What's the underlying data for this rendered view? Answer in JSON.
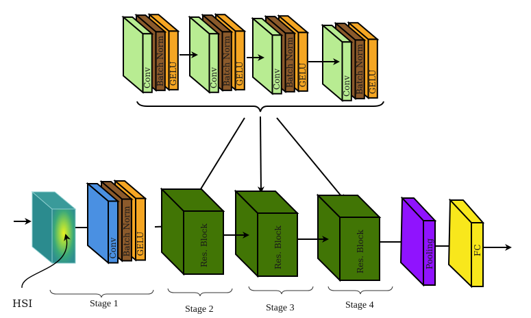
{
  "diagram": {
    "input_label": "HSI",
    "colors": {
      "conv_light": "#b8ec92",
      "conv_blue": "#4a90e2",
      "batch_norm": "#8b5a2b",
      "gelu": "#f5a623",
      "res_block": "#417505",
      "pooling": "#9013fe",
      "fc": "#f8e71c",
      "hsi": "#2f8f8f"
    },
    "detail_blocks": [
      {
        "layers": [
          "Conv",
          "Batch Norm",
          "GELU"
        ]
      },
      {
        "layers": [
          "Conv",
          "Batch Norm",
          "GELU"
        ]
      },
      {
        "layers": [
          "Conv",
          "Batch Norm",
          "GELU"
        ]
      },
      {
        "layers": [
          "Conv",
          "Batch Norm",
          "GELU"
        ]
      }
    ],
    "stage1": {
      "layers": [
        "Conv",
        "Batch Norm",
        "GELU"
      ]
    },
    "res_blocks": [
      {
        "label": "Res. Block"
      },
      {
        "label": "Res. Block"
      },
      {
        "label": "Res. Block"
      }
    ],
    "pooling_label": "Pooling",
    "fc_label": "FC",
    "stages": [
      "Stage 1",
      "Stage 2",
      "Stage 3",
      "Stage 4"
    ]
  }
}
